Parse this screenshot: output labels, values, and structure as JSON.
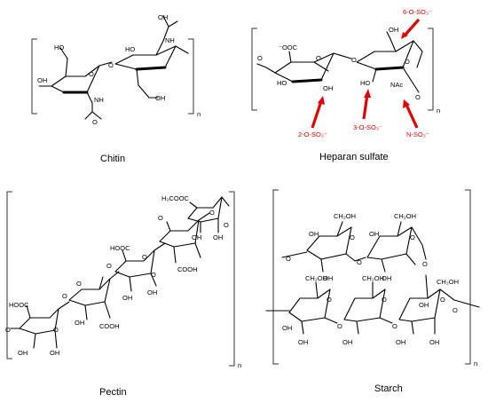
{
  "panels": {
    "chitin": {
      "caption": "Chitin",
      "repeat": "n",
      "labels": [
        "HO",
        "OH",
        "O",
        "O",
        "O",
        "NH",
        "NH",
        "HO",
        "OH"
      ]
    },
    "heparan": {
      "caption": "Heparan sulfate",
      "repeat": "n",
      "labels": [
        "⁻OOC",
        "HO",
        "OH",
        "O",
        "O",
        "O",
        "OH",
        "HO",
        "NAc",
        "O",
        "O"
      ],
      "annotations": [
        "6-O-SO₃⁻",
        "2-O-SO₃⁻",
        "3-O-SO₃⁻",
        "N-SO₃⁻"
      ],
      "annotation_color": "#e00000"
    },
    "pectin": {
      "caption": "Pectin",
      "repeat": "n",
      "labels": [
        "H₃COOC",
        "HOOC",
        "HOOC",
        "O",
        "O",
        "O",
        "O",
        "O",
        "O",
        "O",
        "O",
        "OH",
        "OH",
        "OH",
        "OH",
        "OH",
        "OH",
        "COOH",
        "COOH",
        "O",
        "O"
      ]
    },
    "starch": {
      "caption": "Starch",
      "repeat": "n",
      "labels": [
        "CH₂OH",
        "CH₂OH",
        "CH₂OH",
        "CH₂OH",
        "CH₂OH",
        "O",
        "O",
        "O",
        "O",
        "O",
        "O",
        "O",
        "O",
        "O",
        "O",
        "O",
        "OH",
        "OH",
        "OH",
        "OH",
        "OH",
        "OH",
        "OH",
        "OH",
        "OH",
        "OH"
      ]
    }
  }
}
